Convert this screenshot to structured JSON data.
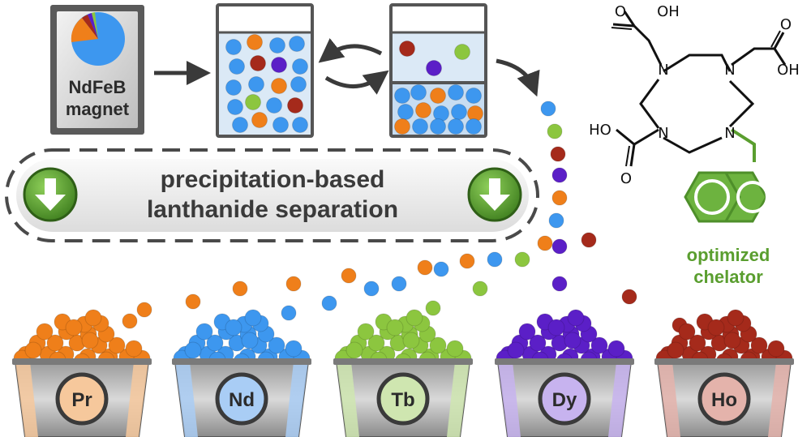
{
  "magnet": {
    "label_line1": "NdFeB",
    "label_line2": "magnet"
  },
  "banner": {
    "line1": "precipitation-based",
    "line2": "lanthanide separation"
  },
  "chelator": {
    "label_line1": "optimized",
    "label_line2": "chelator",
    "groups": {
      "top_left": "O",
      "top_left_oh": "OH",
      "top_right_o": "O",
      "top_right_oh": "OH",
      "bottom_left_ho": "HO",
      "bottom_left_o": "O",
      "n": "N"
    }
  },
  "elements": [
    {
      "symbol": "Pr",
      "color": "#ef7f1a",
      "tint": "#f6c89c"
    },
    {
      "symbol": "Nd",
      "color": "#3d97ef",
      "tint": "#a9cdf5"
    },
    {
      "symbol": "Tb",
      "color": "#8cc63f",
      "tint": "#cfe6b0"
    },
    {
      "symbol": "Dy",
      "color": "#5b1fc7",
      "tint": "#c7b3ef"
    },
    {
      "symbol": "Ho",
      "color": "#a52a1b",
      "tint": "#e4b3ab"
    }
  ],
  "colors": {
    "accent_green": "#5a9e2f",
    "arrow_green": "#4e8f2a",
    "frame_gray": "#6d6d6d"
  }
}
